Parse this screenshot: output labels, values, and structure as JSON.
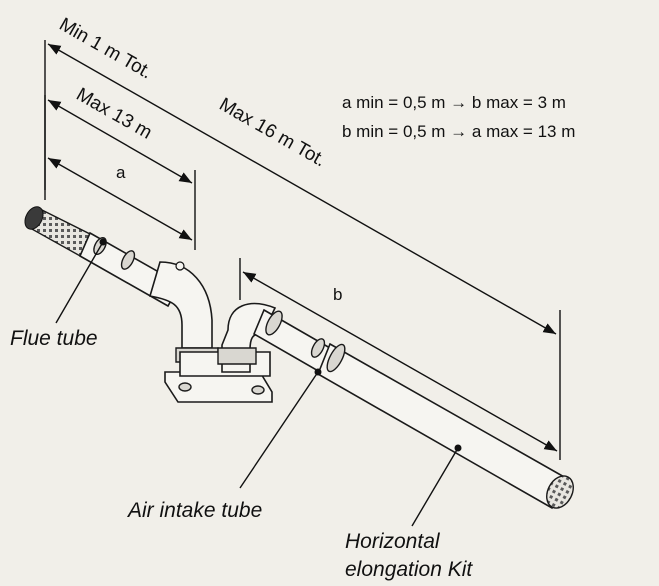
{
  "dimensions": {
    "min_total": "Min 1 m Tot.",
    "max_total": "Max 16 m Tot.",
    "max_a": "Max 13 m",
    "label_a": "a",
    "label_b": "b"
  },
  "formulas": [
    "a min = 0,5 m → b max = 3 m",
    "b min = 0,5 m → a max = 13 m"
  ],
  "callouts": {
    "flue_tube": "Flue tube",
    "air_intake_tube": "Air intake tube",
    "horizontal_kit_line1": "Horizontal",
    "horizontal_kit_line2": "elongation Kit"
  }
}
